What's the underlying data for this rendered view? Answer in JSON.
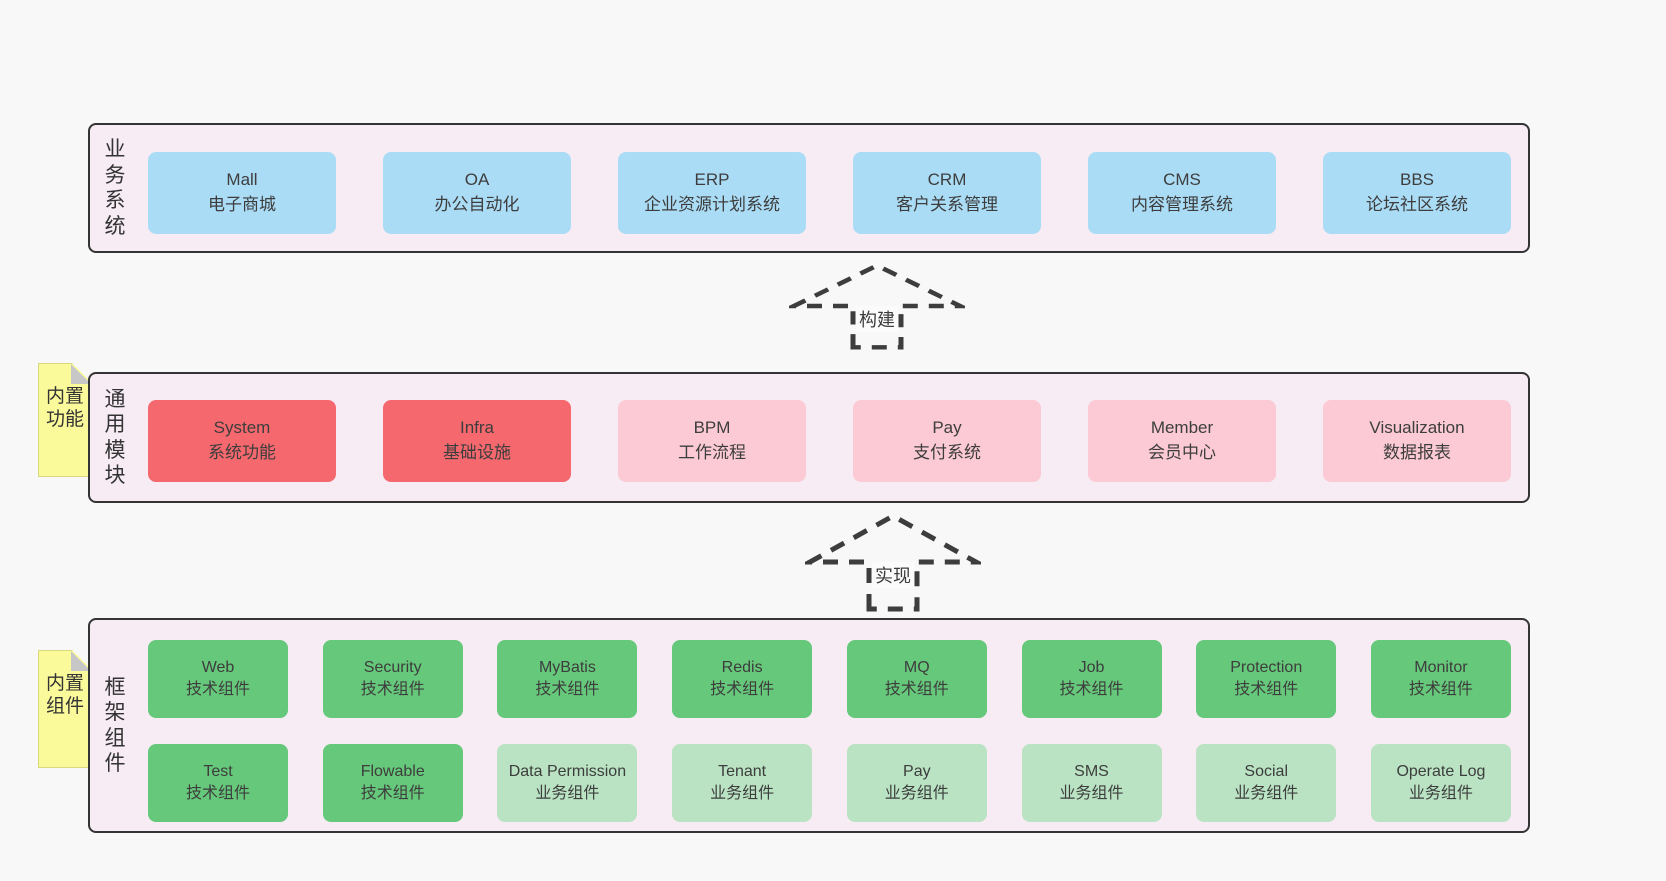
{
  "diagram": {
    "arrows": [
      {
        "label": "构建"
      },
      {
        "label": "实现"
      }
    ],
    "layers": [
      {
        "label": "业务系统",
        "items": [
          {
            "name": "Mall",
            "desc": "电子商城"
          },
          {
            "name": "OA",
            "desc": "办公自动化"
          },
          {
            "name": "ERP",
            "desc": "企业资源计划系统"
          },
          {
            "name": "CRM",
            "desc": "客户关系管理"
          },
          {
            "name": "CMS",
            "desc": "内容管理系统"
          },
          {
            "name": "BBS",
            "desc": "论坛社区系统"
          }
        ]
      },
      {
        "label": "通用模块",
        "note": "内置功能",
        "items": [
          {
            "name": "System",
            "desc": "系统功能",
            "variant": "red"
          },
          {
            "name": "Infra",
            "desc": "基础设施",
            "variant": "red"
          },
          {
            "name": "BPM",
            "desc": "工作流程",
            "variant": "pink"
          },
          {
            "name": "Pay",
            "desc": "支付系统",
            "variant": "pink"
          },
          {
            "name": "Member",
            "desc": "会员中心",
            "variant": "pink"
          },
          {
            "name": "Visualization",
            "desc": "数据报表",
            "variant": "pink"
          }
        ]
      },
      {
        "label": "框架组件",
        "note": "内置组件",
        "rows": [
          [
            {
              "name": "Web",
              "desc": "技术组件",
              "variant": "green"
            },
            {
              "name": "Security",
              "desc": "技术组件",
              "variant": "green"
            },
            {
              "name": "MyBatis",
              "desc": "技术组件",
              "variant": "green"
            },
            {
              "name": "Redis",
              "desc": "技术组件",
              "variant": "green"
            },
            {
              "name": "MQ",
              "desc": "技术组件",
              "variant": "green"
            },
            {
              "name": "Job",
              "desc": "技术组件",
              "variant": "green"
            },
            {
              "name": "Protection",
              "desc": "技术组件",
              "variant": "green"
            },
            {
              "name": "Monitor",
              "desc": "技术组件",
              "variant": "green"
            }
          ],
          [
            {
              "name": "Test",
              "desc": "技术组件",
              "variant": "green"
            },
            {
              "name": "Flowable",
              "desc": "技术组件",
              "variant": "green"
            },
            {
              "name": "Data Permission",
              "desc": "业务组件",
              "variant": "lgreen"
            },
            {
              "name": "Tenant",
              "desc": "业务组件",
              "variant": "lgreen"
            },
            {
              "name": "Pay",
              "desc": "业务组件",
              "variant": "lgreen"
            },
            {
              "name": "SMS",
              "desc": "业务组件",
              "variant": "lgreen"
            },
            {
              "name": "Social",
              "desc": "业务组件",
              "variant": "lgreen"
            },
            {
              "name": "Operate Log",
              "desc": "业务组件",
              "variant": "lgreen"
            }
          ]
        ]
      }
    ],
    "colors": {
      "page_bg": "#f8f8f8",
      "band_bg": "#f7ecf4",
      "band_border": "#343434",
      "blue": "#abdcf6",
      "red": "#f5696e",
      "pink": "#fbcad4",
      "green": "#66c87a",
      "light_green": "#b9e3c2",
      "note_yellow": "#fafa9b",
      "text": "#3d3d3d"
    }
  }
}
